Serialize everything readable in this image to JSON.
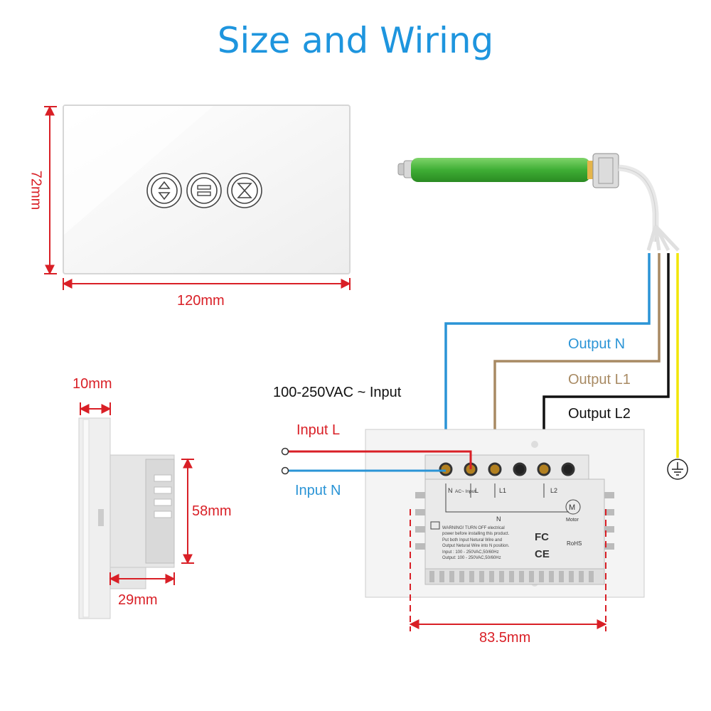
{
  "title": "Size and Wiring",
  "colors": {
    "title": "#1e95de",
    "dimension": "#d91f26",
    "wire_blue": "#2a94d6",
    "wire_brown": "#a88a63",
    "wire_black": "#111111",
    "wire_yellow": "#f2e600",
    "motor": "#4cb43f"
  },
  "front_view": {
    "width_label": "120mm",
    "height_label": "72mm",
    "buttons": [
      "up-down-icon",
      "stop-icon",
      "hourglass-icon"
    ]
  },
  "side_view": {
    "depth_label": "10mm",
    "body_height_label": "58mm",
    "body_depth_label": "29mm"
  },
  "back_view": {
    "width_label": "83.5mm",
    "terminals": {
      "n": "N",
      "ac_input": "AC~ Input",
      "l": "L",
      "l1": "L1",
      "l2": "L2",
      "n_bus": "N",
      "motor": "Motor",
      "motor_symbol": "M"
    },
    "warning_lines": [
      "WARNING! TURN OFF electrical",
      "power before installing this product.",
      "Put both Input Netural Wire and",
      "Output Netural Wire into N position.",
      "Input : 100 - 250VAC,50/60Hz",
      "Output: 100 - 250VAC,50/60Hz"
    ],
    "cert_marks": [
      "FC",
      "RoHS",
      "CE"
    ]
  },
  "wiring": {
    "input_voltage": "100-250VAC ~ Input",
    "input_l": "Input L",
    "input_n": "Input N",
    "output_n": "Output N",
    "output_l1": "Output L1",
    "output_l2": "Output L2",
    "ground_icon": "ground-icon"
  },
  "motor": {
    "icon": "tubular-motor-icon"
  }
}
